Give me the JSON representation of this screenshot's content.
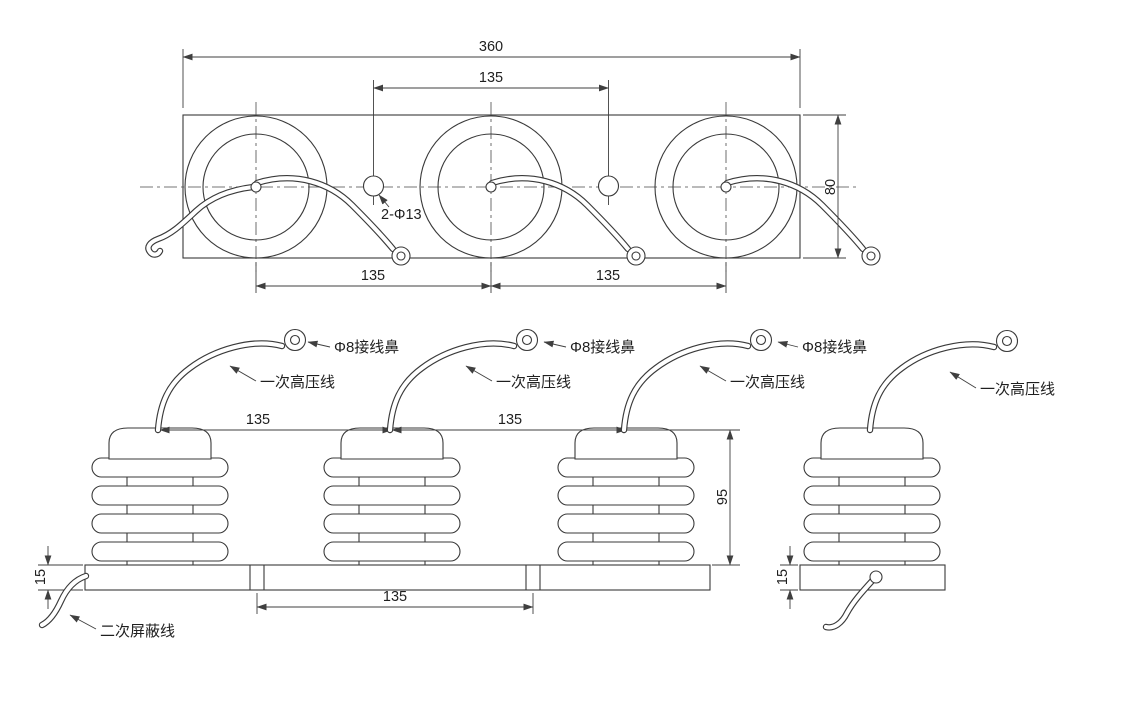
{
  "top_view": {
    "dim_overall": "360",
    "dim_hole_spacing": "135",
    "dim_plate_height": "80",
    "hole_callout": "2-Φ13",
    "dim_pitch_left": "135",
    "dim_pitch_right": "135"
  },
  "front_view": {
    "dim_pitch_left": "135",
    "dim_pitch_right": "135",
    "dim_height": "95",
    "dim_base_thickness": "15",
    "dim_base_holes": "135",
    "labels": {
      "lug_1": "Φ8接线鼻",
      "lug_2": "Φ8接线鼻",
      "lug_3": "Φ8接线鼻",
      "hv_1": "一次高压线",
      "hv_2": "一次高压线",
      "hv_3": "一次高压线",
      "shield": "二次屏蔽线"
    }
  },
  "side_view": {
    "dim_base_thickness": "15",
    "label_hv": "一次高压线"
  }
}
